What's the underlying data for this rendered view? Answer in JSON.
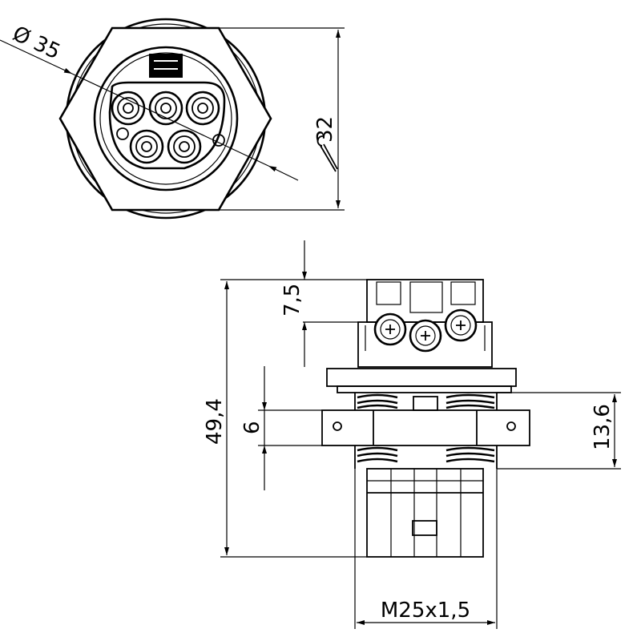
{
  "top_view": {
    "diameter_label": "Ø 35",
    "wrench_size_label": "32"
  },
  "side_view": {
    "top_height_label": "7,5",
    "total_height_label": "49,4",
    "nut_height_label": "6",
    "thread_length_label": "13,6",
    "thread_label": "M25x1,5"
  }
}
